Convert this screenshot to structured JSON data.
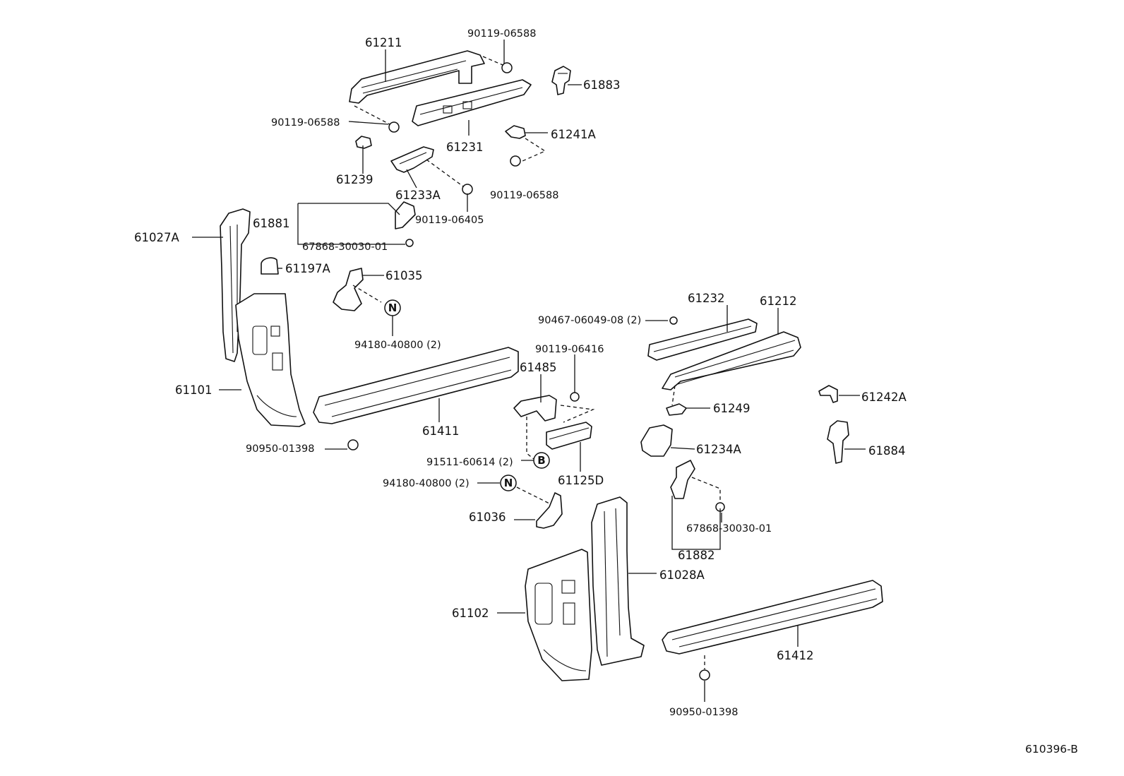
{
  "diagram_id": "610396-B",
  "labels": {
    "p61211": "61211",
    "p90119_06588_top": "90119-06588",
    "p61883": "61883",
    "p90119_06588_left": "90119-06588",
    "p61231": "61231",
    "p61241A": "61241A",
    "p61239": "61239",
    "p61233A": "61233A",
    "p90119_06588_right": "90119-06588",
    "p61881": "61881",
    "p90119_06405": "90119-06405",
    "p61027A": "61027A",
    "p67868_upper": "67868-30030-01",
    "p61197A": "61197A",
    "p61035": "61035",
    "badge_n": "N",
    "badge_b": "B",
    "p94180_upper": "94180-40800 (2)",
    "p61232": "61232",
    "p61212": "61212",
    "p90467": "90467-06049-08 (2)",
    "p90119_06416": "90119-06416",
    "p61485": "61485",
    "p61101": "61101",
    "p61411": "61411",
    "p61249": "61249",
    "p61242A": "61242A",
    "p90950_left": "90950-01398",
    "p61234A": "61234A",
    "p61884": "61884",
    "p91511": "91511-60614 (2)",
    "p61125D": "61125D",
    "p94180_lower": "94180-40800 (2)",
    "p61036": "61036",
    "p67868_lower": "67868-30030-01",
    "p61882": "61882",
    "p61028A": "61028A",
    "p61102": "61102",
    "p61412": "61412",
    "p90950_right": "90950-01398"
  }
}
